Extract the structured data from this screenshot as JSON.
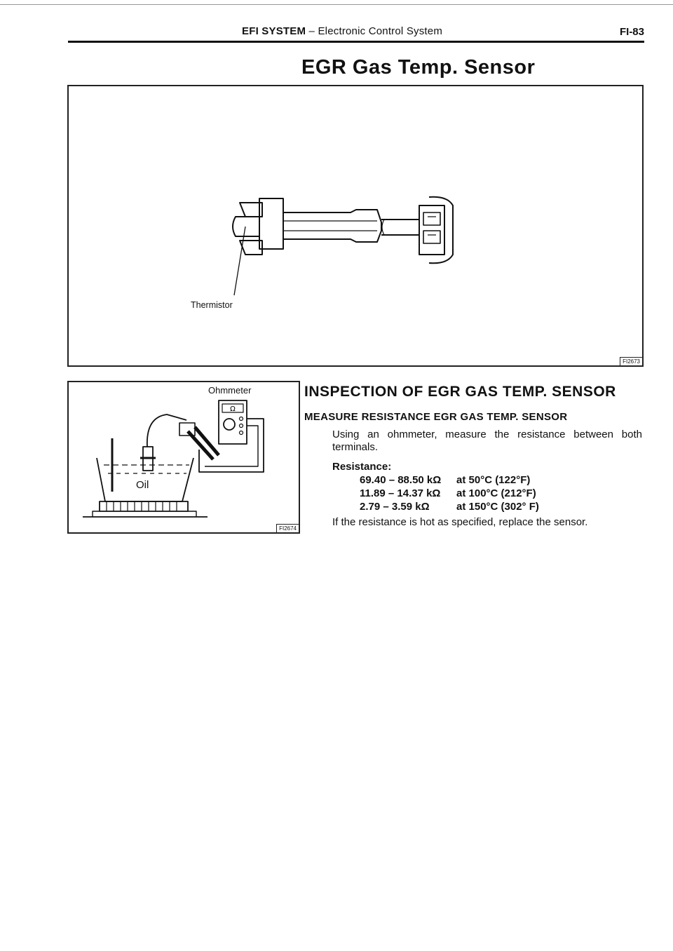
{
  "header": {
    "system": "EFI SYSTEM",
    "dash": " – ",
    "subsystem": "Electronic Control System",
    "page_number": "FI-83"
  },
  "section_title": "EGR Gas Temp. Sensor",
  "figure1": {
    "label_thermistor": "Thermistor",
    "code": "FI2673"
  },
  "figure2": {
    "label_ohmmeter": "Ohmmeter",
    "label_oil": "Oil",
    "meter_symbol": "Ω",
    "code": "FI2674"
  },
  "inspection": {
    "title": "INSPECTION OF EGR GAS TEMP. SENSOR",
    "step_title": "MEASURE RESISTANCE EGR GAS TEMP. SENSOR",
    "instruction": "Using an ohmmeter, measure the resistance between both terminals.",
    "resistance_label": "Resistance:",
    "specs": [
      {
        "range": "69.40 – 88.50 kΩ",
        "condition": "at 50°C (122°F)"
      },
      {
        "range": "11.89 – 14.37 kΩ",
        "condition": "at 100°C (212°F)"
      },
      {
        "range": "2.79 – 3.59 kΩ",
        "condition": "at 150°C (302° F)"
      }
    ],
    "final_note": "If the resistance is hot as specified, replace the sensor."
  },
  "colors": {
    "ink": "#111111",
    "paper": "#ffffff"
  }
}
